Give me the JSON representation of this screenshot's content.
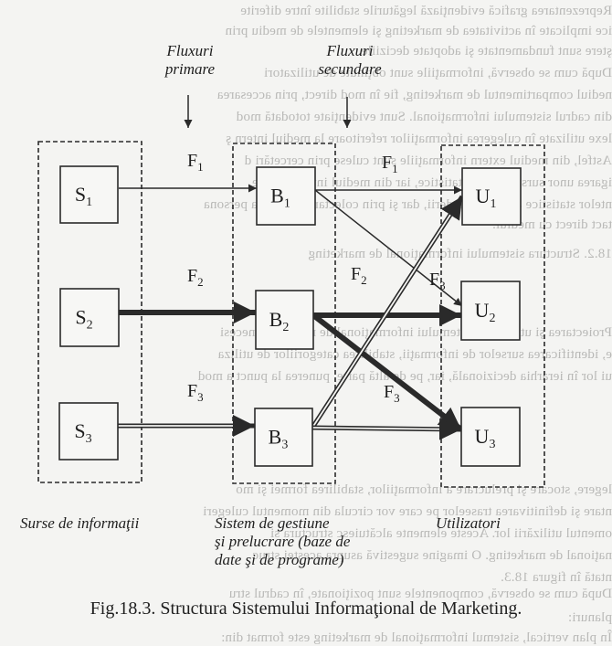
{
  "background_text": [
    "Reprezentarea grafică evidenţiază legăturile stabilite între diferite",
    "ice implicate în activitatea de marketing şi elementele de mediu prin",
    "ştere sunt fundamentate şi adoptate deciziile.",
    "După cum se observă, informaţiile sunt obţinute de utilizatori",
    "nediul compartimentul de marketing, fie în mod direct, prin accesarea",
    "din cadrul sistemului informaţional. Sunt evidenţiate totodată mod",
    "lexe utilizate în culegerea informaţiilor referitoare la mediul intern ş",
    "Astfel, din mediul extern informaţiile sunt culese prin cercetări d",
    "igarea unor surse de date statistice, iar din mediul intern prin ce",
    "ntelor statistice ale întreprinderii, dar şi prin colectarea lor de la persona",
    "tact direct cu mediul.",
    "18.2. Structura sistemului informaţional de marketing",
    "Proiectarea şi utilizarea sistemului informaţional de marketing necesi",
    "e, identificarea surselor de informaţii, stabilirea categoriilor de utiliza",
    "ui lor în ierarhia decizională, iar, pe de altă parte, punerea la punct a mod",
    "legere, stocare şi prelucrare a informaţiilor, stabilirea formei şi mo",
    "ntare şi definitivarea traseelor pe care vor circula din momentul culegeri",
    "omentul utilizării lor. Aceste elemente alcătuiesc structura si",
    "naţional de marketing. O imagine sugestivă asupra acestei struc",
    "ntată în figura 18.3.",
    "După cum se observă, componentele sunt poziţionate, în cadrul stru",
    "planuri:",
    "În plan vertical, sistemul informaţional de marketing este format din:"
  ],
  "flow_headers": {
    "primary": [
      "Fluxuri",
      "primare"
    ],
    "secondary": [
      "Fluxuri",
      "secundare"
    ]
  },
  "columns": {
    "sources": {
      "label": "Surse de informaţii",
      "nodes": [
        {
          "id": "S",
          "sub": "1"
        },
        {
          "id": "S",
          "sub": "2"
        },
        {
          "id": "S",
          "sub": "3"
        }
      ]
    },
    "processing": {
      "label_lines": [
        "Sistem de gestiune",
        "şi prelucrare (baze de",
        "date şi de programe)"
      ],
      "nodes": [
        {
          "id": "B",
          "sub": "1"
        },
        {
          "id": "B",
          "sub": "2"
        },
        {
          "id": "B",
          "sub": "3"
        }
      ]
    },
    "users": {
      "label": "Utilizatori",
      "nodes": [
        {
          "id": "U",
          "sub": "1"
        },
        {
          "id": "U",
          "sub": "2"
        },
        {
          "id": "U",
          "sub": "3"
        }
      ]
    }
  },
  "flows": [
    {
      "from": "S1",
      "to": "B1",
      "label": "F",
      "sub": "1",
      "style": "thin"
    },
    {
      "from": "S2",
      "to": "B2",
      "label": "F",
      "sub": "2",
      "style": "thick"
    },
    {
      "from": "S3",
      "to": "B3",
      "label": "F",
      "sub": "3",
      "style": "double"
    },
    {
      "from": "B1",
      "to": "U1",
      "label": "F",
      "sub": "1",
      "style": "thin"
    },
    {
      "from": "B1",
      "to": "U2",
      "label": "",
      "sub": "",
      "style": "thin"
    },
    {
      "from": "B2",
      "to": "U2",
      "label": "F",
      "sub": "2",
      "style": "thick"
    },
    {
      "from": "B2",
      "to": "U3",
      "label": "F",
      "sub": "3",
      "style": "thick"
    },
    {
      "from": "B3",
      "to": "U1",
      "label": "F",
      "sub": "3",
      "style": "double"
    },
    {
      "from": "B3",
      "to": "U3",
      "label": "",
      "sub": "",
      "style": "double"
    }
  ],
  "caption": "Fig.18.3. Structura Sistemului Informaţional de Marketing."
}
